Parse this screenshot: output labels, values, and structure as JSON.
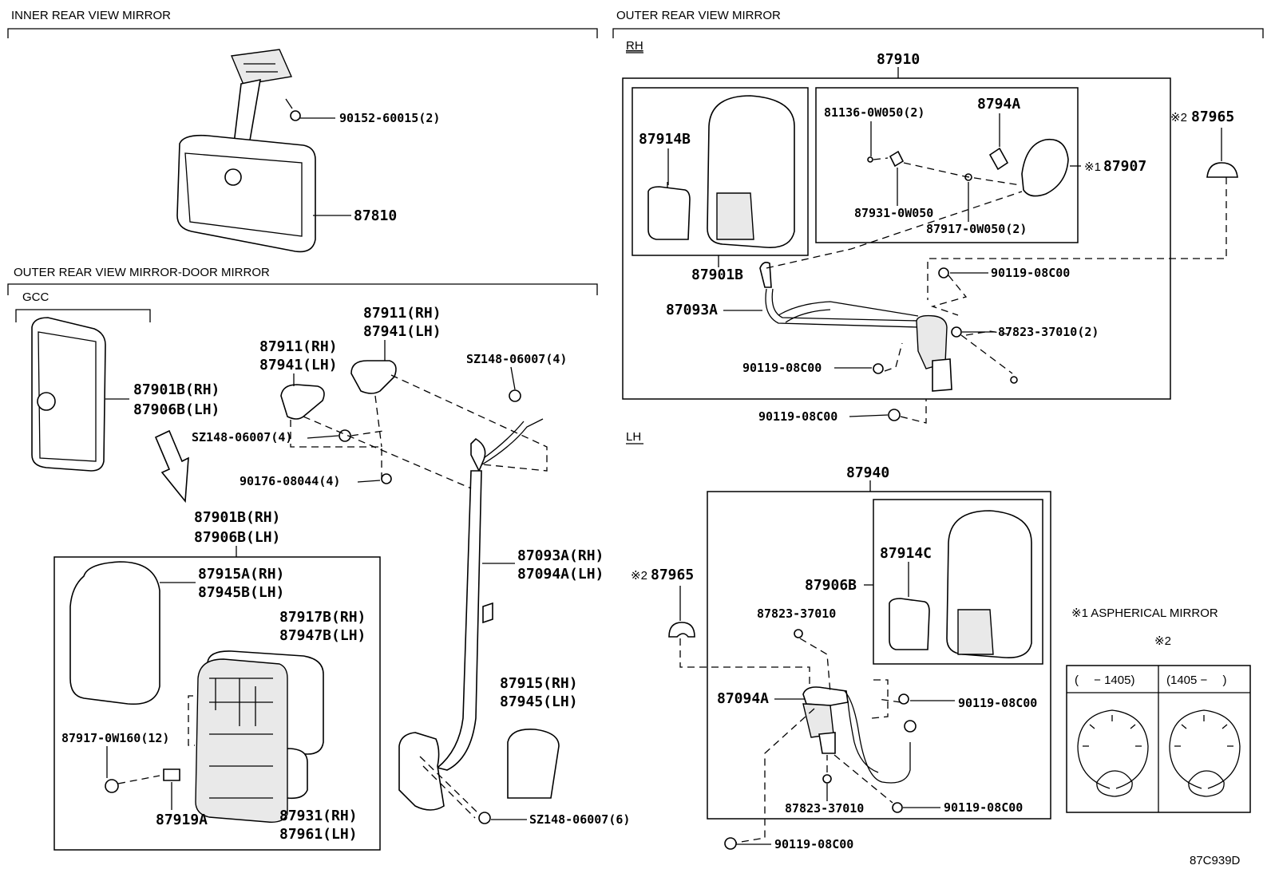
{
  "sections": {
    "inner": "INNER REAR VIEW MIRROR",
    "outer": "OUTER REAR VIEW MIRROR",
    "door": "OUTER REAR VIEW MIRROR-DOOR MIRROR",
    "gcc": "GCC",
    "rh": "RH",
    "lh": "LH"
  },
  "inner": {
    "bolt": "90152-60015(2)",
    "mirror": "87810"
  },
  "door": {
    "mirror_top_rh": "87901B(RH)",
    "mirror_top_lh": "87906B(LH)",
    "assy_rh": "87901B(RH)",
    "assy_lh": "87906B(LH)",
    "glass_rh": "87915A(RH)",
    "glass_lh": "87945B(LH)",
    "housing_rh": "87917B(RH)",
    "housing_lh": "87947B(LH)",
    "screw": "87917-0W160(12)",
    "clip": "87919A",
    "bracket_rh": "87931(RH)",
    "bracket_lh": "87961(LH)",
    "cover1_rh": "87911(RH)",
    "cover1_lh": "87941(LH)",
    "cover2_rh": "87911(RH)",
    "cover2_lh": "87941(LH)",
    "screw_a": "SZ148-06007(4)",
    "screw_b": "SZ148-06007(4)",
    "clip_b": "90176-08044(4)",
    "stay_rh": "87093A(RH)",
    "stay_lh": "87094A(LH)",
    "cover3_rh": "87915(RH)",
    "cover3_lh": "87945(LH)",
    "screw_c": "SZ148-06007(6)"
  },
  "rh": {
    "assembly": "87910",
    "mirror": "87914B",
    "sub_mirror": "87901B",
    "screw": "81136-0W050(2)",
    "bracket": "8794A",
    "washer": "87931-0W050",
    "nut": "87917-0W050(2)",
    "asph_mark": "※1",
    "asph_part": "87907",
    "cap_mark": "※2",
    "cap_part": "87965",
    "stay": "87093A",
    "bolt1": "90119-08C00",
    "grommet": "87823-37010(2)",
    "bolt2": "90119-08C00",
    "bolt3": "90119-08C00"
  },
  "lh": {
    "assembly": "87940",
    "cap_mark": "※2",
    "cap_part": "87965",
    "mirror": "87914C",
    "sub_mirror": "87906B",
    "grommet1": "87823-37010",
    "stay": "87094A",
    "bolt1": "90119-08C00",
    "grommet2": "87823-37010",
    "bolt2": "90119-08C00",
    "bolt3": "90119-08C00"
  },
  "notes": {
    "n1": "※1 ASPHERICAL MIRROR",
    "n2": "※2",
    "range1": "(　 − 1405)",
    "range2": "(1405 −　 )"
  },
  "code": "87C939D"
}
